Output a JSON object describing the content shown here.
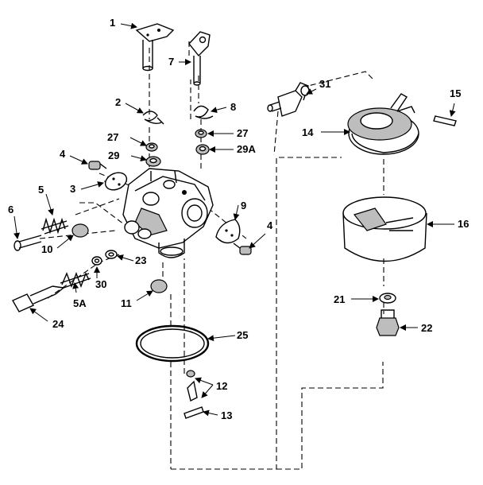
{
  "diagram": {
    "labels": {
      "p1": "1",
      "p2": "2",
      "p3": "3",
      "p4a": "4",
      "p4b": "4",
      "p5": "5",
      "p5a": "5A",
      "p6": "6",
      "p7": "7",
      "p8": "8",
      "p9": "9",
      "p10": "10",
      "p11": "11",
      "p12": "12",
      "p13": "13",
      "p14": "14",
      "p15": "15",
      "p16": "16",
      "p21": "21",
      "p22": "22",
      "p23": "23",
      "p24": "24",
      "p25": "25",
      "p27a": "27",
      "p27b": "27",
      "p29": "29",
      "p29a": "29A",
      "p30": "30",
      "p31": "31"
    }
  }
}
